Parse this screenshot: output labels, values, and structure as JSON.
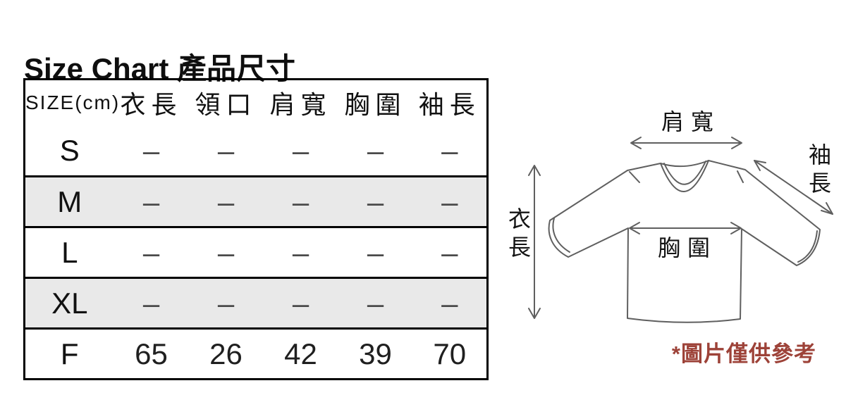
{
  "title": "Size Chart 產品尺寸",
  "table": {
    "size_header": "SIZE(cm)",
    "columns": [
      "衣長",
      "領口",
      "肩寬",
      "胸圍",
      "袖長"
    ],
    "rows": [
      {
        "size": "S",
        "values": [
          "–",
          "–",
          "–",
          "–",
          "–"
        ]
      },
      {
        "size": "M",
        "values": [
          "–",
          "–",
          "–",
          "–",
          "–"
        ]
      },
      {
        "size": "L",
        "values": [
          "–",
          "–",
          "–",
          "–",
          "–"
        ]
      },
      {
        "size": "XL",
        "values": [
          "–",
          "–",
          "–",
          "–",
          "–"
        ]
      },
      {
        "size": "F",
        "values": [
          "65",
          "26",
          "42",
          "39",
          "70"
        ]
      }
    ]
  },
  "diagram": {
    "shoulder_label": "肩寬",
    "sleeve_label": "袖長",
    "length_label": "衣長",
    "chest_label": "胸圍",
    "note": "*圖片僅供參考"
  },
  "colors": {
    "shaded_row": "#e9e9e9",
    "note_red": "#9d4238",
    "diagram_line": "#5f5f5f",
    "table_border": "#000000"
  }
}
